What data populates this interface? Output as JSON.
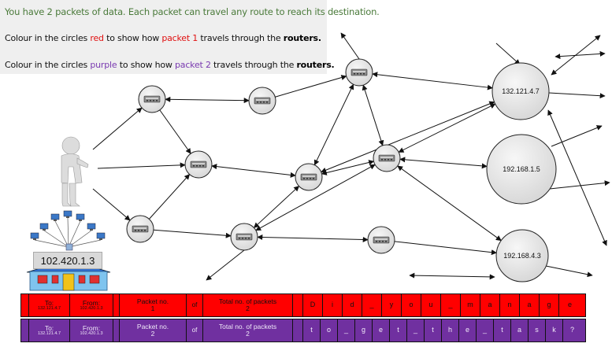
{
  "instructions": {
    "line1": "You have 2 packets of data. Each packet can travel any route to reach its destination.",
    "line2_pre": "Colour in the circles ",
    "line2_color": "red",
    "line2_mid": " to show how ",
    "line2_packet": "packet 1",
    "line2_post": " travels through the ",
    "line2_bold": "routers.",
    "line3_pre": "Colour in the circles ",
    "line3_color": "purple",
    "line3_mid": " to show how ",
    "line3_packet": "packet 2",
    "line3_post": " travels through the ",
    "line3_bold": "routers."
  },
  "source_ip": "102.420.1.3",
  "destinations": [
    "132.121.4.7",
    "192.168.1.5",
    "192.168.4.3"
  ],
  "packets": [
    {
      "to_label": "To:",
      "to": "132.121.4.7",
      "from_label": "From:",
      "from": "102.420.1.3",
      "packet_no_label": "Packet no.",
      "packet_no": "1",
      "of": "of",
      "total_label": "Total no. of packets",
      "total": "2",
      "chars": [
        "D",
        "i",
        "d",
        "_",
        "y",
        "o",
        "u",
        "_",
        "m",
        "a",
        "n",
        "a",
        "g",
        "e"
      ]
    },
    {
      "to_label": "To:",
      "to": "132.121.4.7",
      "from_label": "From:",
      "from": "102.420.1.3",
      "packet_no_label": "Packet no.",
      "packet_no": "2",
      "of": "of",
      "total_label": "Total no. of packets",
      "total": "2",
      "chars": [
        "t",
        "o",
        "_",
        "g",
        "e",
        "t",
        "_",
        "t",
        "h",
        "e",
        "_",
        "t",
        "a",
        "s",
        "k",
        "?"
      ]
    }
  ],
  "colors": {
    "packet1": "#ff0000",
    "packet2": "#7030a0",
    "router_fill": "#e6e6e6",
    "instructions_bg": "#efefef"
  },
  "icons": [
    "person-icon",
    "router-icon",
    "house-icon",
    "computer-icon"
  ]
}
